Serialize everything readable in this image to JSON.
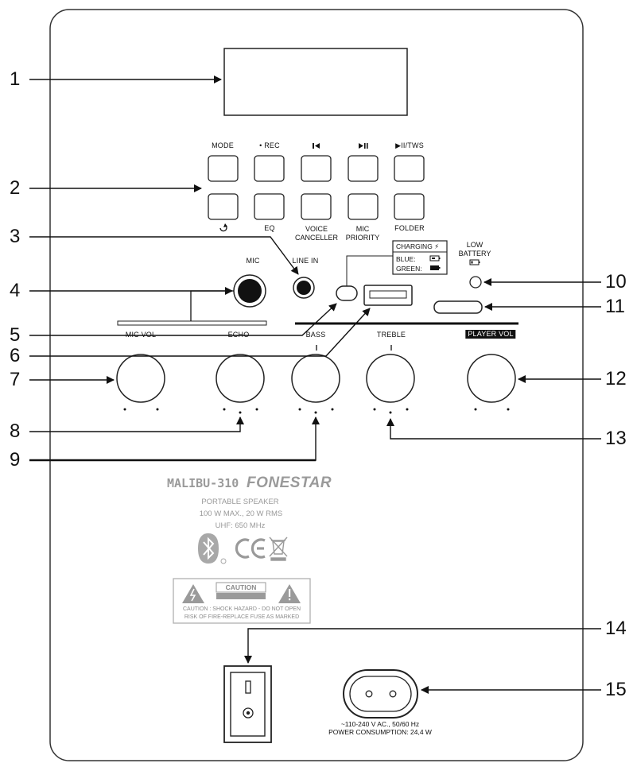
{
  "callouts": [
    "1",
    "2",
    "3",
    "4",
    "5",
    "6",
    "7",
    "8",
    "9",
    "10",
    "11",
    "12",
    "13",
    "14",
    "15"
  ],
  "buttons": {
    "top": [
      "MODE",
      "• REC",
      "▶II/TWS"
    ],
    "bottom_eq": "EQ",
    "voice_canceller": [
      "VOICE",
      "CANCELLER"
    ],
    "mic_priority": [
      "MIC",
      "PRIORITY"
    ],
    "folder": "FOLDER"
  },
  "jacks": {
    "mic": "MIC",
    "line_in": "LINE IN"
  },
  "charging": {
    "title": "CHARGING",
    "blue": "BLUE:",
    "green": "GREEN:"
  },
  "low_battery": [
    "LOW",
    "BATTERY"
  ],
  "knobs": {
    "mic_vol": "MIC VOL",
    "echo": "ECHO",
    "bass": "BASS",
    "treble": "TREBLE",
    "player_vol": "PLAYER VOL"
  },
  "branding": {
    "model": "MALIBU-310",
    "brand": "FONESTAR",
    "line1": "PORTABLE SPEAKER",
    "line2": "100 W MAX., 20 W RMS",
    "line3": "UHF: 650 MHz"
  },
  "caution": {
    "title": "CAUTION",
    "line1": "CAUTION : SHOCK HAZARD - DO NOT OPEN",
    "line2": "RISK OF FIRE-REPLACE FUSE AS MARKED"
  },
  "power": {
    "line1": "~110-240 V AC., 50/60 Hz",
    "line2": "POWER CONSUMPTION: 24,4 W"
  },
  "colors": {
    "ink": "#111111",
    "panel": "#ffffff",
    "grey_text": "#9a9a9a"
  }
}
